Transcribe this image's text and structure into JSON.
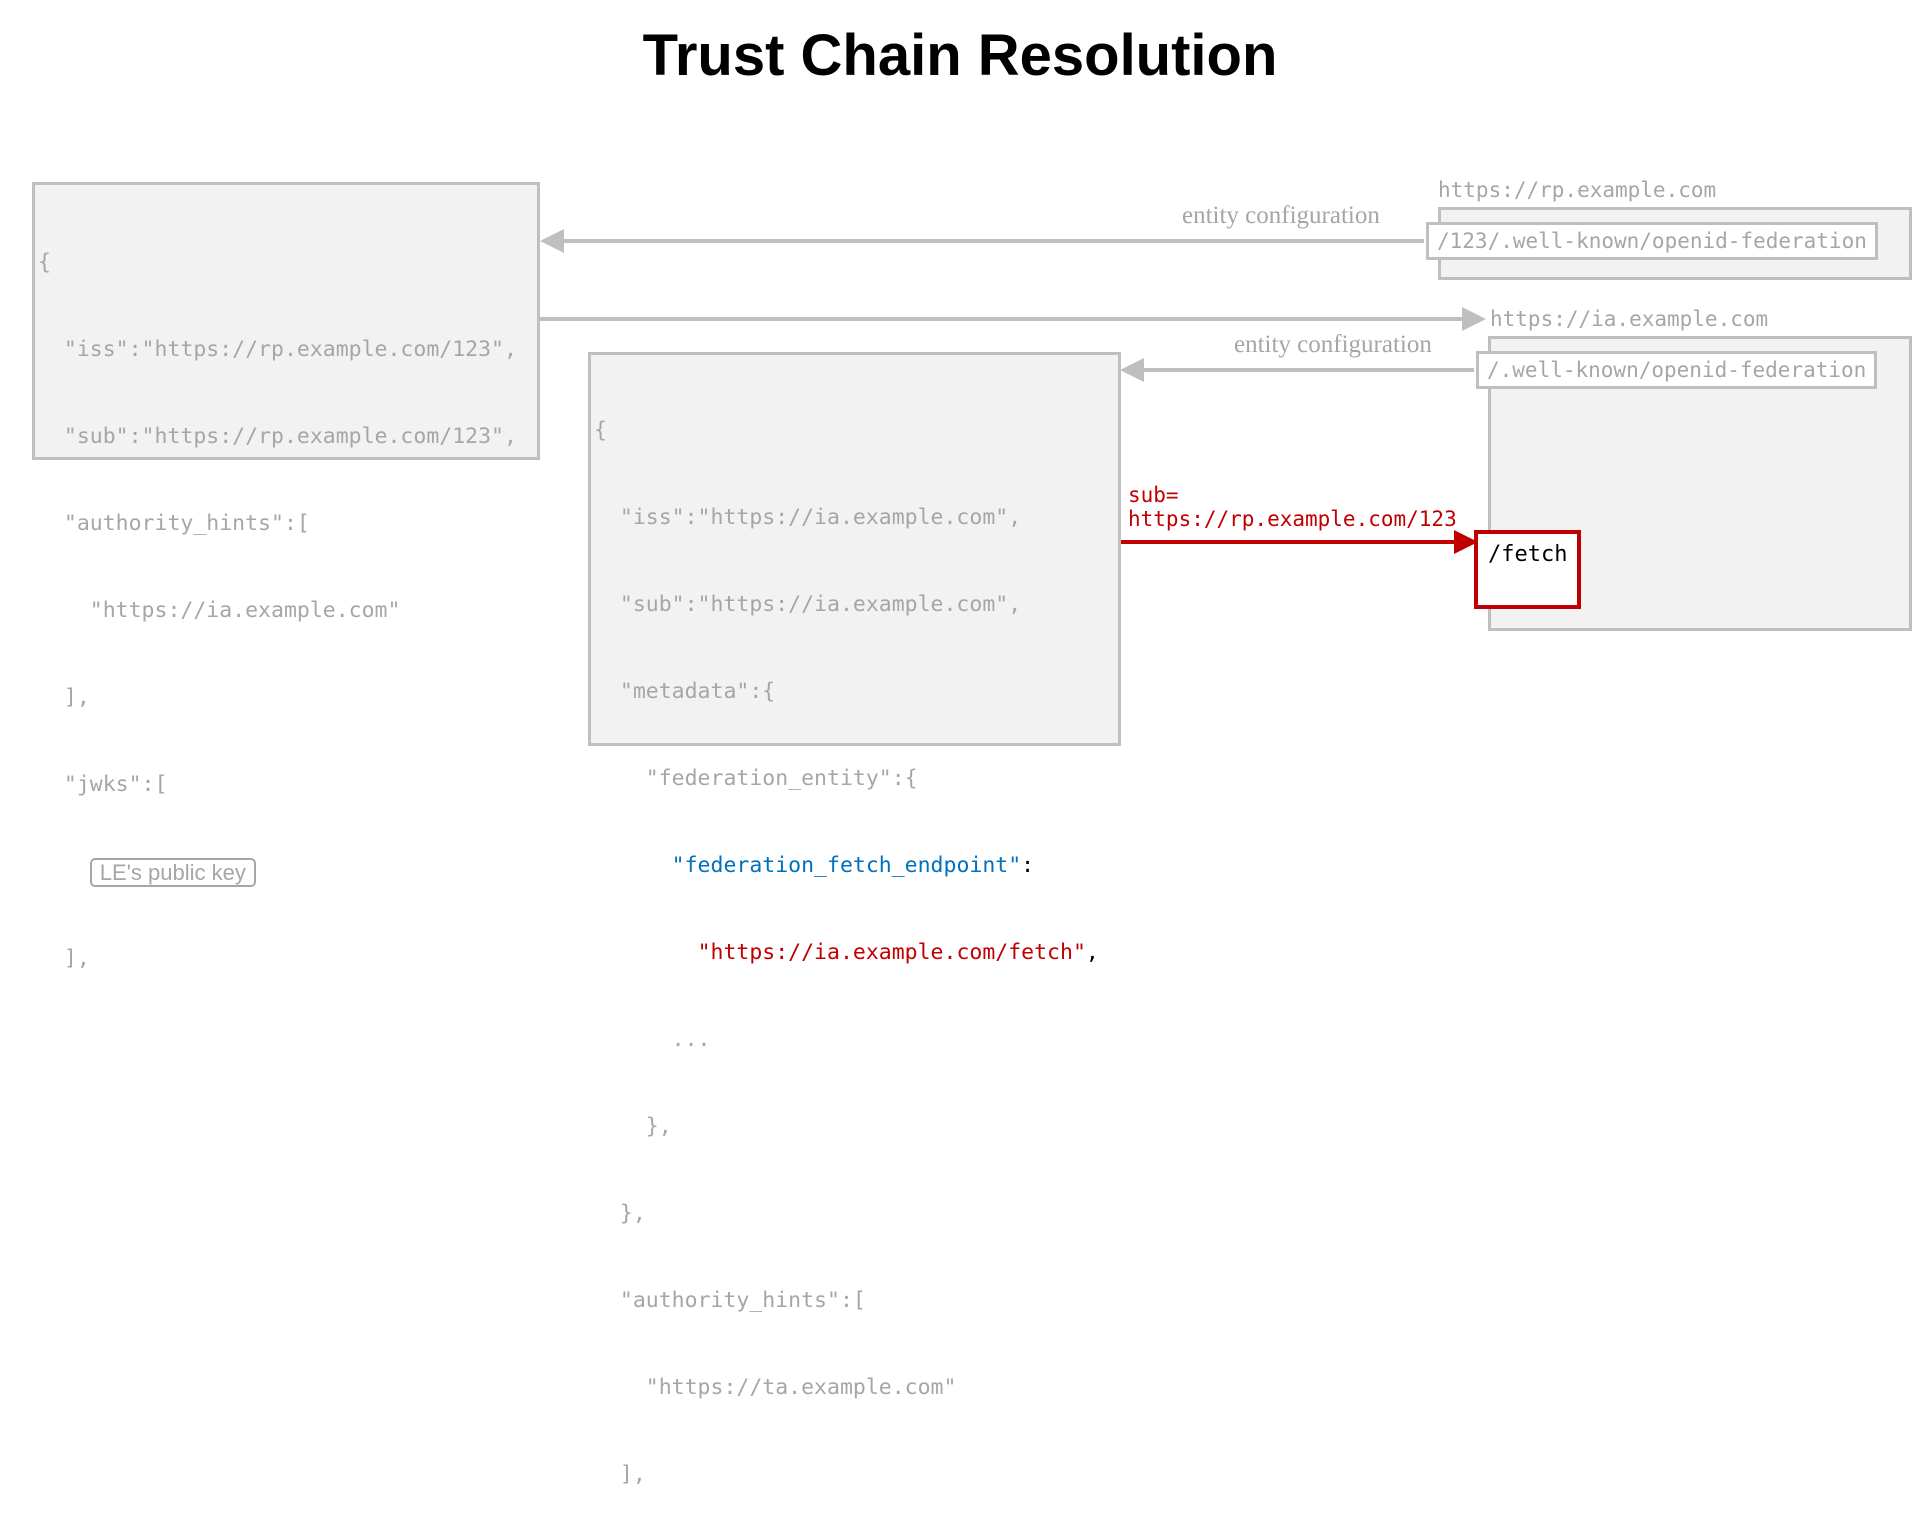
{
  "title": "Trust Chain Resolution",
  "rp_config": {
    "open": "{",
    "iss": "  \"iss\":\"https://rp.example.com/123\",",
    "sub": "  \"sub\":\"https://rp.example.com/123\",",
    "hints_open": "  \"authority_hints\":[",
    "hint": "    \"https://ia.example.com\"",
    "hints_close": "  ],",
    "jwks_open": "  \"jwks\":[",
    "key_badge": "LE's public key",
    "jwks_close": "  ],"
  },
  "ia_config": {
    "open": "{",
    "iss": "  \"iss\":\"https://ia.example.com\",",
    "sub": "  \"sub\":\"https://ia.example.com\",",
    "metadata_open": "  \"metadata\":{",
    "fed_entity_open": "    \"federation_entity\":{",
    "fetch_endpoint_key": "\"federation_fetch_endpoint\"",
    "colon": ":",
    "fetch_endpoint_value": "\"https://ia.example.com/fetch\"",
    "comma": ",",
    "ellipsis": "      ...",
    "fed_entity_close": "    },",
    "metadata_close": "  },",
    "hints_open": "  \"authority_hints\":[",
    "hint": "    \"https://ta.example.com\"",
    "hints_close": "  ],"
  },
  "rp_server": {
    "host": "https://rp.example.com",
    "path": "/123/.well-known/openid-federation"
  },
  "ia_server": {
    "host": "https://ia.example.com",
    "path": "/.well-known/openid-federation",
    "fetch_path": "/fetch"
  },
  "labels": {
    "rp_entity_configuration": "entity configuration",
    "ia_entity_configuration": "entity configuration",
    "sub_param": "sub=\nhttps://rp.example.com/123"
  },
  "colors": {
    "gray_text": "#a6a6a6",
    "gray_border": "#bfbfbf",
    "box_fill": "#f2f2f2",
    "highlight_blue": "#0070c0",
    "highlight_red": "#c00000"
  }
}
